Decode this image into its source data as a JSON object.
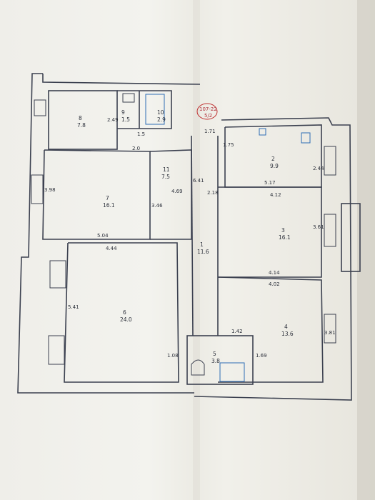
{
  "stamp": {
    "text": "107-22",
    "sub": "5/2"
  },
  "rooms": [
    {
      "id": "8",
      "num": "8",
      "area": "7.8"
    },
    {
      "id": "9",
      "num": "9",
      "area": "1.5"
    },
    {
      "id": "10",
      "num": "10",
      "area": "2.9"
    },
    {
      "id": "7",
      "num": "7",
      "area": "16.1"
    },
    {
      "id": "6",
      "num": "6",
      "area": "24.0"
    },
    {
      "id": "2",
      "num": "2",
      "area": "9.9"
    },
    {
      "id": "3",
      "num": "3",
      "area": "16.1"
    },
    {
      "id": "4",
      "num": "4",
      "area": "13.6"
    },
    {
      "id": "5",
      "num": "5",
      "area": "3.8"
    },
    {
      "id": "1",
      "num": "1",
      "area": "11.6"
    },
    {
      "id": "11",
      "num": "11",
      "area": "7.5"
    }
  ],
  "dimensions": [
    "2.49",
    "1.5",
    "2.0",
    "3.98",
    "5.04",
    "3.46",
    "4.69",
    "6.41",
    "4.44",
    "5.41",
    "1.08",
    "1.75",
    "5.17",
    "2.44",
    "2.18",
    "4.12",
    "3.61",
    "4.14",
    "4.02",
    "3.81",
    "1.69",
    "1.42",
    "1.71"
  ]
}
